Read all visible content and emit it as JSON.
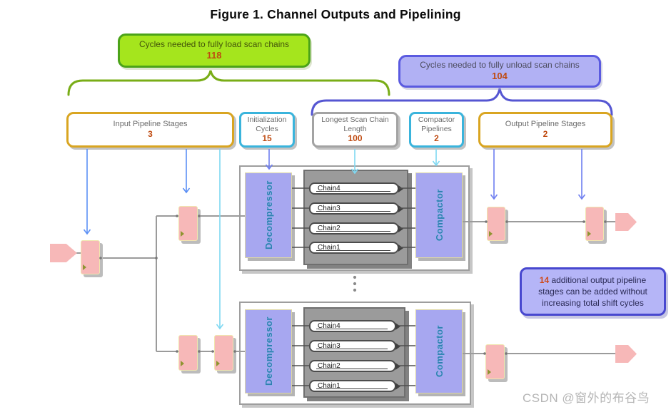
{
  "title": "Figure 1. Channel Outputs and Pipelining",
  "annotations": {
    "load": {
      "label": "Cycles needed to fully load scan chains",
      "value": "118"
    },
    "unload": {
      "label": "Cycles needed to fully unload scan chains",
      "value": "104"
    },
    "note": {
      "value": "14",
      "text": " additional output pipeline stages can be added without increasing total shift cycles"
    }
  },
  "params": {
    "input": {
      "label": "Input Pipeline Stages",
      "value": "3"
    },
    "init": {
      "label": "Initialization\nCycles",
      "value": "15"
    },
    "longest": {
      "label": "Longest Scan Chain\nLength",
      "value": "100"
    },
    "compactor": {
      "label": "Compactor\nPipelines",
      "value": "2"
    },
    "output": {
      "label": "Output Pipeline Stages",
      "value": "2"
    }
  },
  "blocks": {
    "decompressor": "Decompressor",
    "compactor": "Compactor",
    "chains": [
      "Chain4",
      "Chain3",
      "Chain2",
      "Chain1"
    ]
  },
  "watermark": "CSDN @窗外的布谷鸟",
  "colors": {
    "load_fill": "#a5e51d",
    "load_border": "#4ba318",
    "unload_fill": "#b1b1f4",
    "unload_border": "#5a5ae0",
    "gold_border": "#d9a521",
    "cyan_border": "#3ab4dc",
    "gray_border": "#a3a3a3",
    "value_text": "#bf4a10",
    "block_fill": "#a7a7f0",
    "block_text": "#2d7fb0",
    "register_fill": "#f7b8b8",
    "wire": "#9b9b9b",
    "arrow_blue": "#5b8ff5",
    "arrow_cyan": "#7fd8f2",
    "arrow_violet": "#6e7ef0"
  }
}
